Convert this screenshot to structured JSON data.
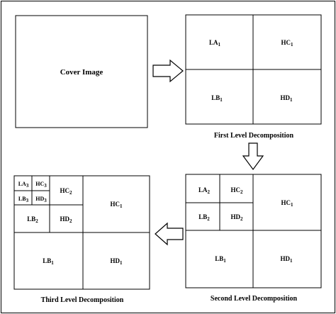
{
  "cover": {
    "label": "Cover Image"
  },
  "captions": {
    "first": "First Level Decomposition",
    "second": "Second Level Decomposition",
    "third": "Third Level Decomposition"
  },
  "bands": {
    "LA": "LA",
    "HC": "HC",
    "LB": "LB",
    "HD": "HD",
    "level1": "1",
    "level2": "2",
    "level3": "3"
  }
}
